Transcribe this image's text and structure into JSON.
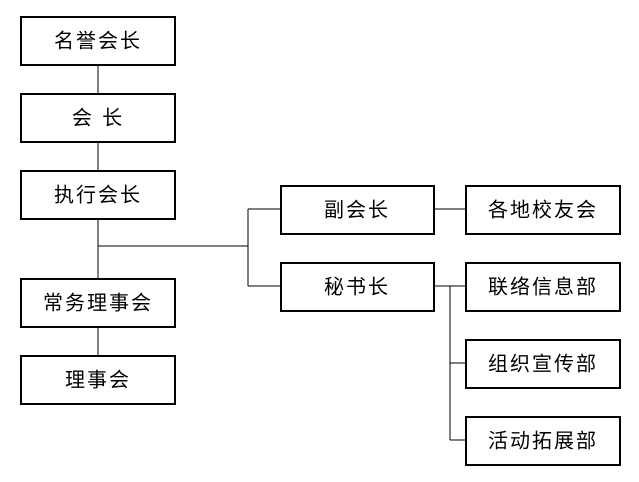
{
  "nodes": {
    "honorary_president": "名誉会长",
    "president": "会 长",
    "executive_president": "执行会长",
    "standing_council": "常务理事会",
    "council": "理事会",
    "vice_president": "副会长",
    "secretary_general": "秘书长",
    "local_alumni": "各地校友会",
    "liaison_dept": "联络信息部",
    "organization_dept": "组织宣传部",
    "activities_dept": "活动拓展部"
  },
  "colors": {
    "line": "#000000",
    "box_fill": "#ffffff",
    "text": "#000000"
  }
}
